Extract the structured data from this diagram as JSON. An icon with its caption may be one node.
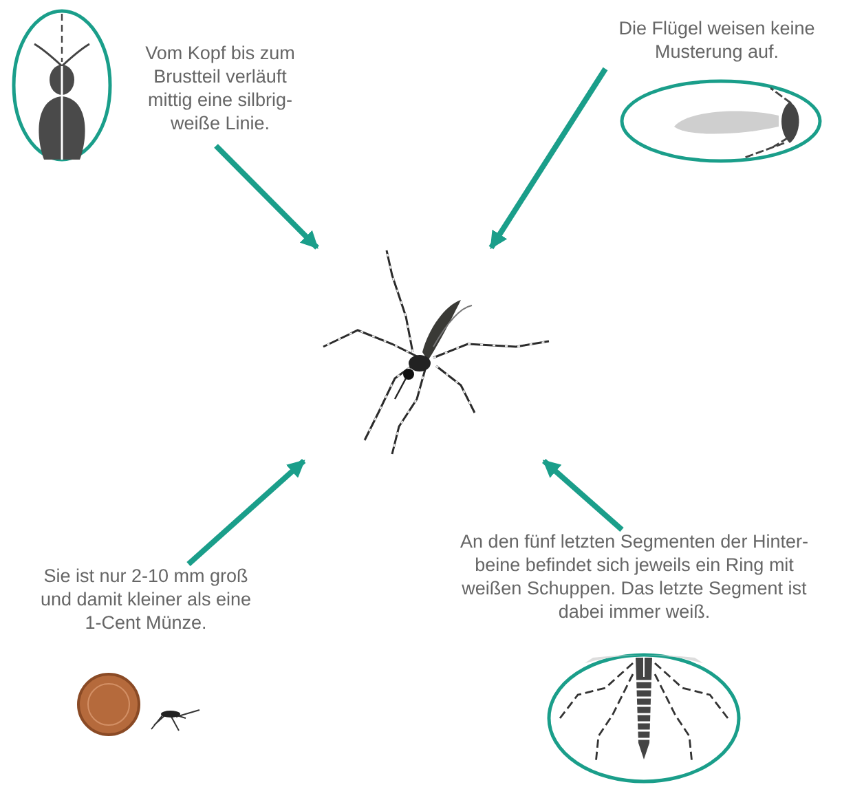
{
  "diagram": {
    "nodes": [
      {
        "text": [
          "Vom Kopf bis zum Brustteil verläuft mittig eine silbrig-weiße Linie."
        ]
      },
      {
        "text": [
          "Die Flügel weisen keine Musterung auf."
        ]
      },
      {
        "text": [],
        "shape": "picture"
      },
      {
        "text": [
          "Sie ist nur 2-10 mm groß und damit kleiner als eine 1-Cent Münze."
        ]
      },
      {
        "text": [
          "An den fünf letzten Segmenten der Hinter- beine befindet sich jeweils ein Ring mit weißen Schuppen. Das letzte Segment ist dabei immer weiß."
        ]
      }
    ],
    "edges": [
      {
        "from": 0,
        "to": 2,
        "arrow": "to"
      },
      {
        "from": 1,
        "to": 2,
        "arrow": "to"
      },
      {
        "from": 3,
        "to": 2,
        "arrow": "to"
      },
      {
        "from": 4,
        "to": 2,
        "arrow": "to"
      }
    ]
  }
}
